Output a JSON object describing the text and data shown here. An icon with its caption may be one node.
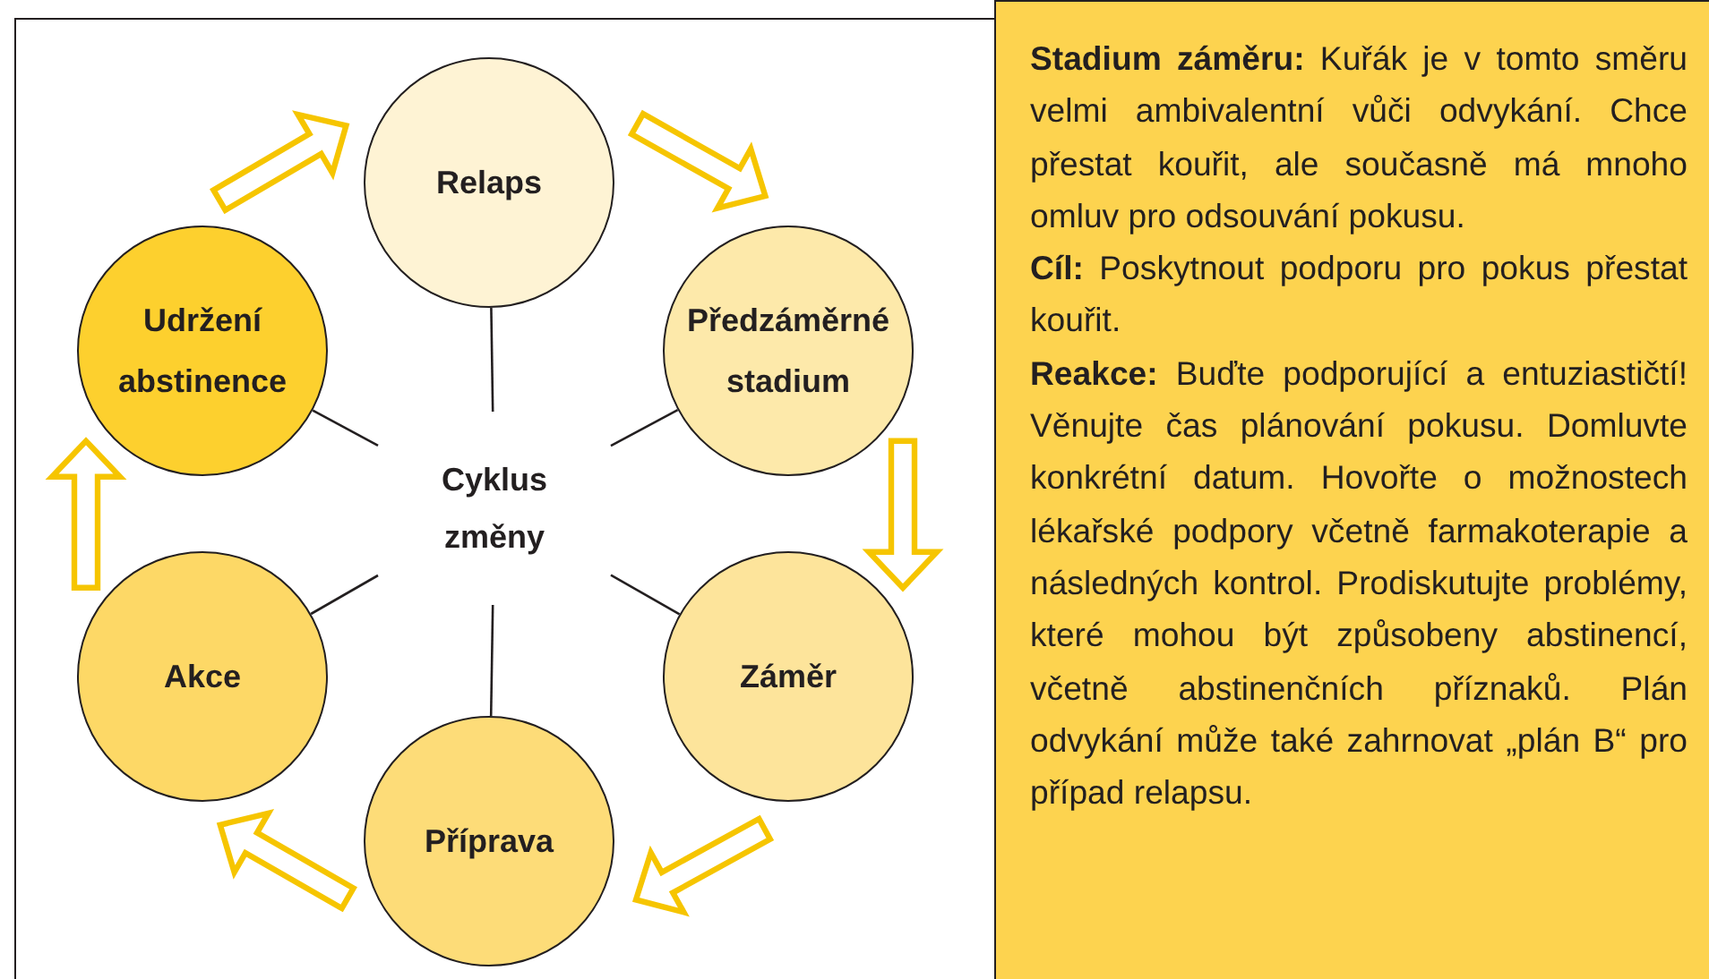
{
  "diagram": {
    "nodes": [
      {
        "text": [
          "Relaps"
        ]
      },
      {
        "text": [
          "Předzáměrné stadium"
        ]
      },
      {
        "text": [
          "Záměr"
        ]
      },
      {
        "text": [
          "Příprava"
        ]
      },
      {
        "text": [
          "Akce"
        ]
      },
      {
        "text": [
          "Udržení abstinence"
        ]
      },
      {
        "text": [
          "Cyklus změny"
        ]
      },
      {
        "text": [
          "**Stadium záměru:** Kuřák je v tomto směru velmi ambivalentní vůči odvykání. Chce přestat kouřit, ale současně má mnoho omluv pro odsouvání pokusu.",
          "**Cíl:** Poskytnout podporu pro pokus přestat kouřit.",
          "**Reakce:** Buďte podporující a entuziastičtí! Věnujte čas plánování pokusu. Domluvte konkrétní datum. Hovořte o možnostech lékařské podpory včetně farmakoterapie a následných kontrol. Prodiskutujte problémy, které mohou být způsobeny abstinencí, včetně abstinenčních příznaků. Plán odvykání může také zahrnovat „plán B“ pro případ relapsu."
        ]
      }
    ],
    "edges": [
      {
        "from": 0,
        "to": 1,
        "arrow": "to"
      },
      {
        "from": 1,
        "to": 2,
        "arrow": "to"
      },
      {
        "from": 2,
        "to": 3,
        "arrow": "to"
      },
      {
        "from": 3,
        "to": 4,
        "arrow": "to"
      },
      {
        "from": 4,
        "to": 5,
        "arrow": "to"
      },
      {
        "from": 5,
        "to": 0,
        "arrow": "to"
      },
      {
        "from": 6,
        "to": 0,
        "arrow": "none"
      },
      {
        "from": 6,
        "to": 1,
        "arrow": "none"
      },
      {
        "from": 6,
        "to": 2,
        "arrow": "none"
      },
      {
        "from": 6,
        "to": 3,
        "arrow": "none"
      },
      {
        "from": 6,
        "to": 4,
        "arrow": "none"
      },
      {
        "from": 6,
        "to": 5,
        "arrow": "none"
      }
    ]
  }
}
